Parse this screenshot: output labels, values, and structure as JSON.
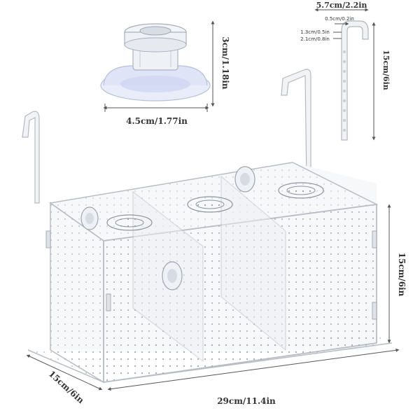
{
  "dimensions": {
    "suction_cup_height": "3cm/1.18in",
    "suction_cup_width": "4.5cm/1.77in",
    "hook_width": "5.7cm/2.2in",
    "hook_gap": "0.5cm/0.2in",
    "hook_detail_1": "1.3cm/0.5in",
    "hook_detail_2": "2.1cm/0.8in",
    "hook_height": "15cm/6in",
    "box_height": "15cm/6in",
    "box_length": "29cm/11.4in",
    "box_depth": "15cm/6in"
  },
  "colors": {
    "acrylic_edge": "#b9bec4",
    "dim_line": "#555555",
    "suction_tint": "#cfd6f2"
  }
}
